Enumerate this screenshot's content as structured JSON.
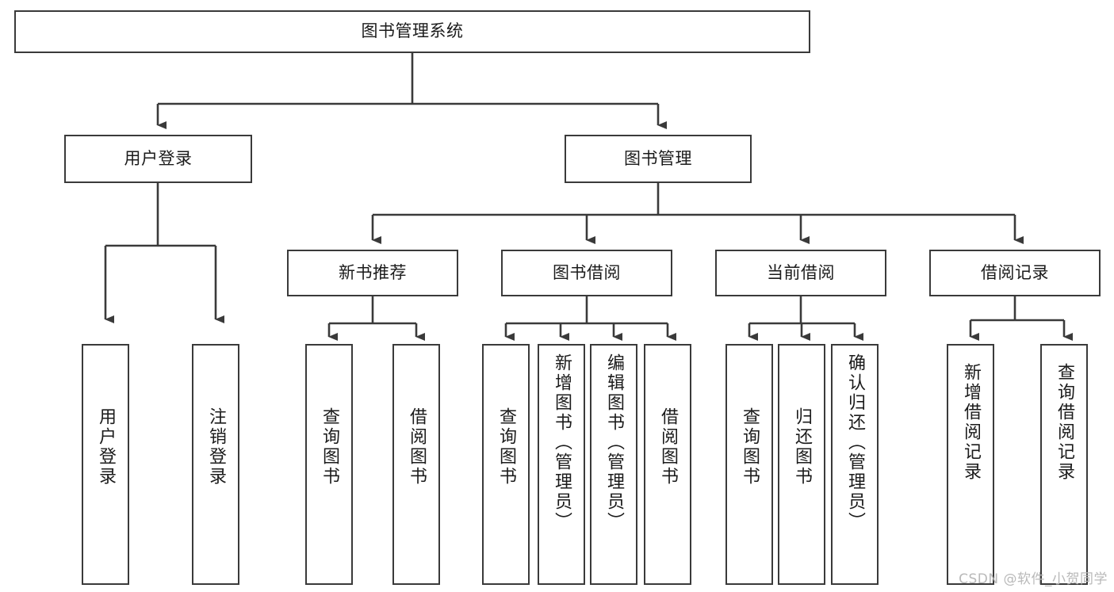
{
  "diagram": {
    "title": "图书管理系统",
    "type": "tree-hierarchy-diagram",
    "watermark": "CSDN @软件_小贺同学",
    "root": {
      "id": "root",
      "label": "图书管理系统"
    },
    "level2": [
      {
        "id": "user-login",
        "label": "用户登录"
      },
      {
        "id": "book-management",
        "label": "图书管理"
      }
    ],
    "level3": [
      {
        "id": "new-book-recommend",
        "label": "新书推荐",
        "parent": "book-management"
      },
      {
        "id": "book-borrow",
        "label": "图书借阅",
        "parent": "book-management"
      },
      {
        "id": "current-borrow",
        "label": "当前借阅",
        "parent": "book-management"
      },
      {
        "id": "borrow-record",
        "label": "借阅记录",
        "parent": "book-management"
      }
    ],
    "leaves": [
      {
        "id": "leaf-user-login",
        "label": "用户登录",
        "parent": "user-login"
      },
      {
        "id": "leaf-logout-login",
        "label": "注销登录",
        "parent": "user-login"
      },
      {
        "id": "leaf-query-book-1",
        "label": "查询图书",
        "parent": "new-book-recommend"
      },
      {
        "id": "leaf-borrow-book-1",
        "label": "借阅图书",
        "parent": "new-book-recommend"
      },
      {
        "id": "leaf-query-book-2",
        "label": "查询图书",
        "parent": "book-borrow"
      },
      {
        "id": "leaf-add-book-admin",
        "label": "新增图书（管理员）",
        "parent": "book-borrow"
      },
      {
        "id": "leaf-edit-book-admin",
        "label": "编辑图书（管理员）",
        "parent": "book-borrow"
      },
      {
        "id": "leaf-borrow-book-2",
        "label": "借阅图书",
        "parent": "book-borrow"
      },
      {
        "id": "leaf-query-book-3",
        "label": "查询图书",
        "parent": "current-borrow"
      },
      {
        "id": "leaf-return-book",
        "label": "归还图书",
        "parent": "current-borrow"
      },
      {
        "id": "leaf-confirm-return-admin",
        "label": "确认归还（管理员）",
        "parent": "current-borrow"
      },
      {
        "id": "leaf-add-borrow-record",
        "label": "新增借阅记录",
        "parent": "borrow-record"
      },
      {
        "id": "leaf-query-borrow-record",
        "label": "查询借阅记录",
        "parent": "borrow-record"
      }
    ],
    "colors": {
      "stroke": "#3a3a3a",
      "fill": "#ffffff",
      "text": "#1b1b1b",
      "watermark": "#b9b9b9"
    }
  }
}
